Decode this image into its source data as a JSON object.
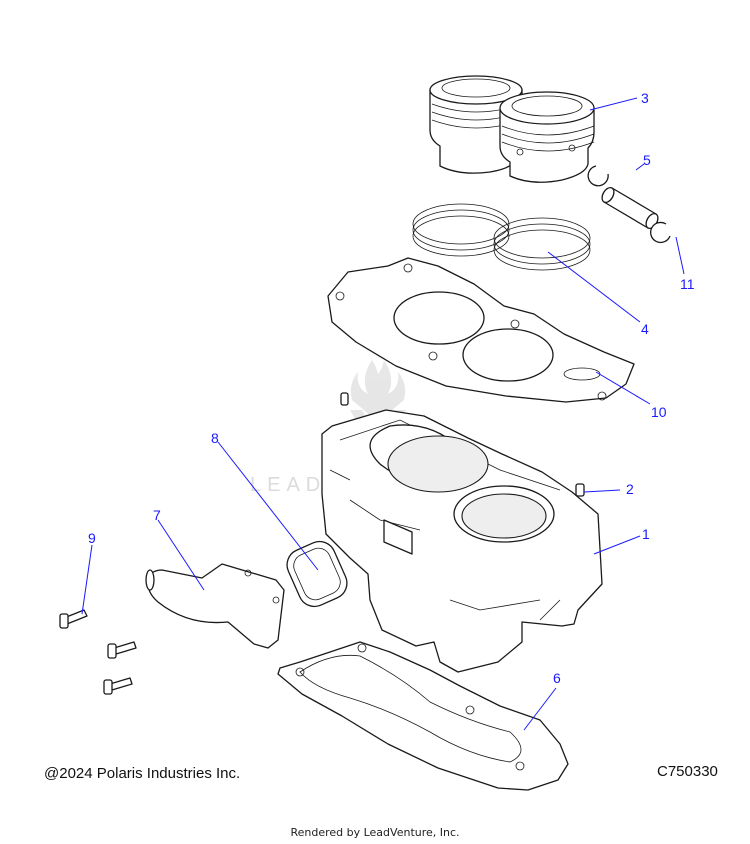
{
  "copyright": "@2024 Polaris Industries Inc.",
  "diagram_id": "C750330",
  "footer": "Rendered by LeadVenture, Inc.",
  "watermark": "LEADVENTURE",
  "callouts": {
    "c1": "1",
    "c2": "2",
    "c3": "3",
    "c4": "4",
    "c5": "5",
    "c6": "6",
    "c7": "7",
    "c8": "8",
    "c9": "9",
    "c10": "10",
    "c11": "11"
  },
  "colors": {
    "callout": "#1a1aff",
    "line": "#1a1a1a",
    "watermark": "#d8d8d8"
  }
}
